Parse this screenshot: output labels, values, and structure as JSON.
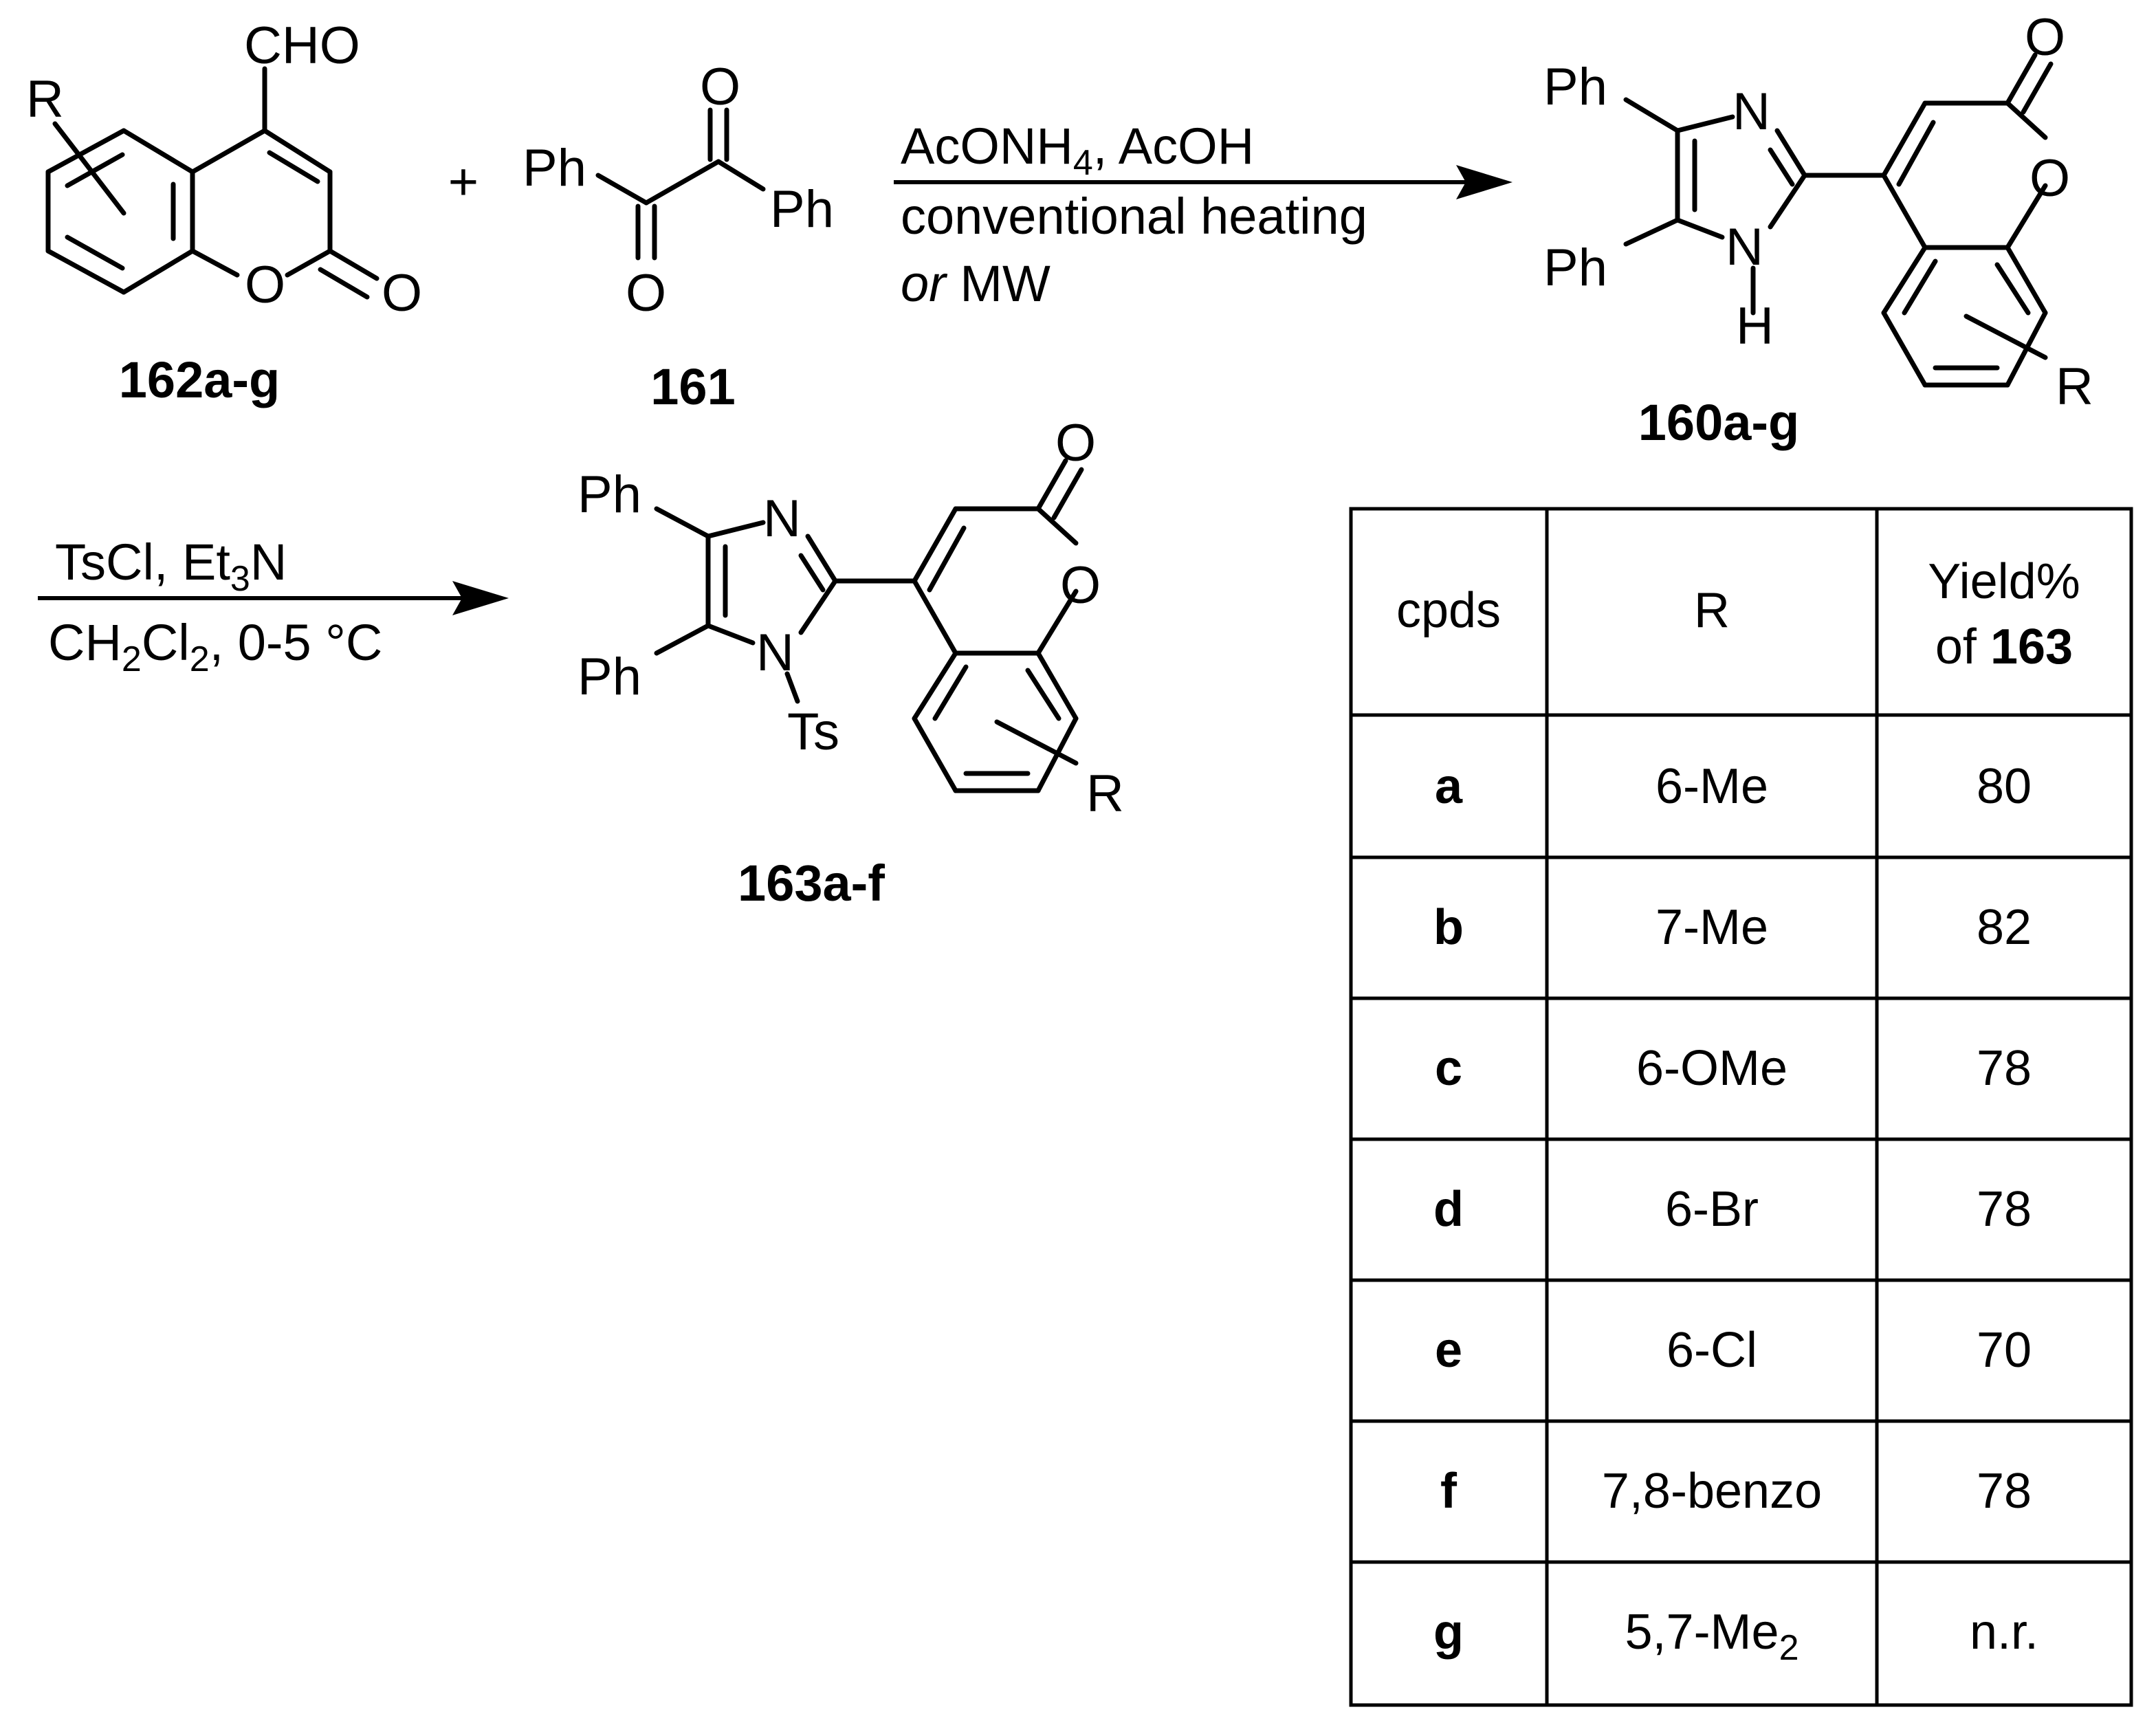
{
  "scheme": {
    "compound_162_label": "162a-g",
    "compound_161_label": "161",
    "compound_160_label": "160a-g",
    "compound_163_label": "163a-f",
    "plus_sign": "+",
    "step1": {
      "reagents": "AcONH4, AcOH",
      "line2": "conventional heating",
      "line3_or": "or",
      "line3_mw": "MW"
    },
    "step2": {
      "reagents": "TsCl, Et3N",
      "conditions": "CH2Cl2, 0-5 °C"
    },
    "atoms": {
      "cho": "CHO",
      "o": "O",
      "n": "N",
      "h": "H",
      "ph": "Ph",
      "r": "R",
      "ts": "Ts"
    }
  },
  "table": {
    "headers": [
      "cpds",
      "R",
      "Yield%",
      "of"
    ],
    "yield_compound": "163",
    "rows": [
      {
        "cpd": "a",
        "r": "6-Me",
        "yield": "80"
      },
      {
        "cpd": "b",
        "r": "7-Me",
        "yield": "82"
      },
      {
        "cpd": "c",
        "r": "6-OMe",
        "yield": "78"
      },
      {
        "cpd": "d",
        "r": "6-Br",
        "yield": "78"
      },
      {
        "cpd": "e",
        "r": "6-Cl",
        "yield": "70"
      },
      {
        "cpd": "f",
        "r": "7,8-benzo",
        "yield": "78"
      },
      {
        "cpd": "g",
        "r": "5,7-Me2",
        "yield": "n.r."
      }
    ]
  }
}
